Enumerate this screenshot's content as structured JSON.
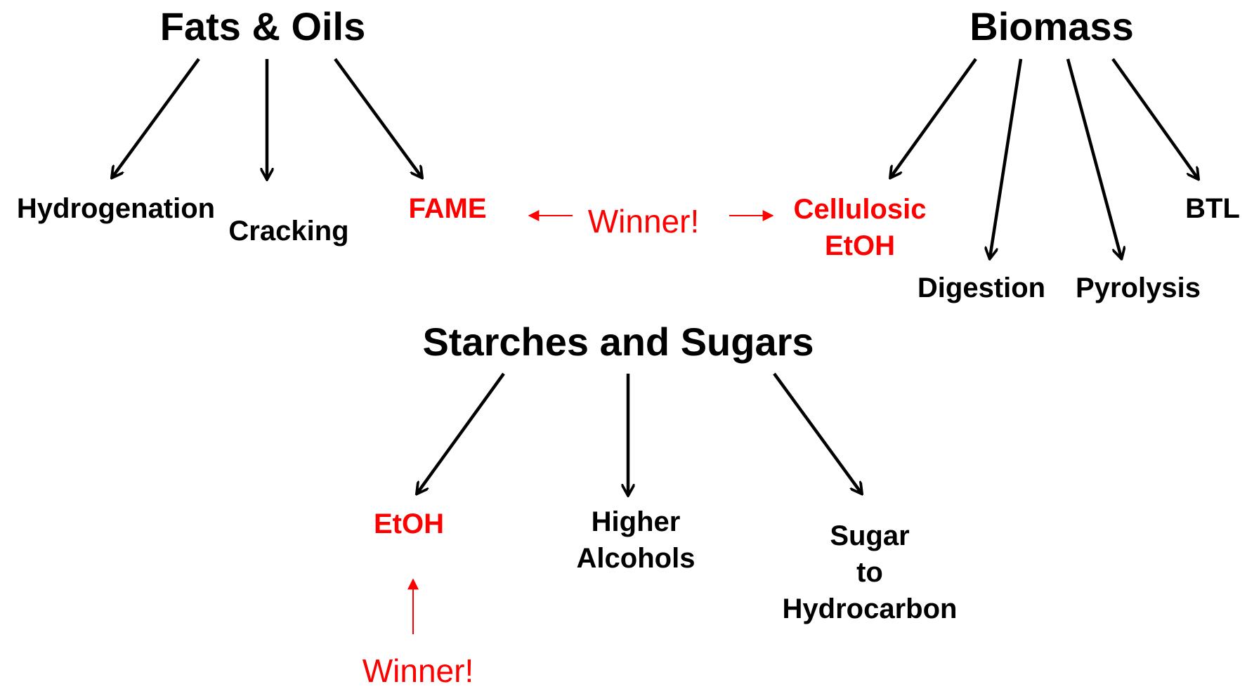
{
  "colors": {
    "text": "#000000",
    "highlight": "#ff0000",
    "background": "#ffffff"
  },
  "fats_oils": {
    "title": "Fats & Oils",
    "hydrogenation": "Hydrogenation",
    "cracking": "Cracking",
    "fame": "FAME"
  },
  "biomass": {
    "title": "Biomass",
    "cellulosic_line1": "Cellulosic",
    "cellulosic_line2": "EtOH",
    "digestion": "Digestion",
    "pyrolysis": "Pyrolysis",
    "btl": "BTL"
  },
  "starches_sugars": {
    "title": "Starches and Sugars",
    "etoh": "EtOH",
    "higher_line1": "Higher",
    "higher_line2": "Alcohols",
    "sugar_line1": "Sugar",
    "sugar_line2": "to",
    "sugar_line3": "Hydrocarbon"
  },
  "winner_top": "Winner!",
  "winner_bottom": "Winner!"
}
